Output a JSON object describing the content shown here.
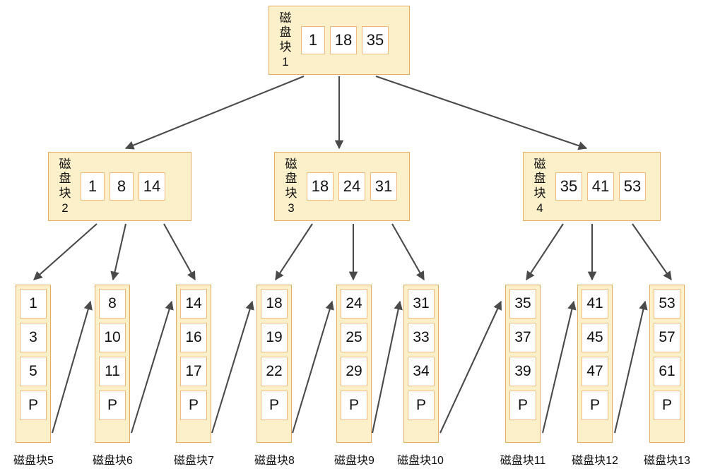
{
  "diagram": {
    "type": "b-plus-tree",
    "colors": {
      "node_fill": "#fcf0ca",
      "node_border": "#e3ad64",
      "cell_fill": "#ffffff",
      "cell_border": "#f0ba7c",
      "arrow": "#4a4a4a",
      "text": "#111111",
      "background": "#ffffff"
    }
  },
  "root": {
    "label_chars": [
      "磁",
      "盘",
      "块",
      "1"
    ],
    "keys": [
      "1",
      "18",
      "35"
    ]
  },
  "internal_nodes": [
    {
      "label_chars": [
        "磁",
        "盘",
        "块",
        "2"
      ],
      "keys": [
        "1",
        "8",
        "14"
      ]
    },
    {
      "label_chars": [
        "磁",
        "盘",
        "块",
        "3"
      ],
      "keys": [
        "18",
        "24",
        "31"
      ]
    },
    {
      "label_chars": [
        "磁",
        "盘",
        "块",
        "4"
      ],
      "keys": [
        "35",
        "41",
        "53"
      ]
    }
  ],
  "leaf_nodes": [
    {
      "caption": "磁盘块5",
      "cells": [
        "1",
        "3",
        "5",
        "P"
      ]
    },
    {
      "caption": "磁盘块6",
      "cells": [
        "8",
        "10",
        "11",
        "P"
      ]
    },
    {
      "caption": "磁盘块7",
      "cells": [
        "14",
        "16",
        "17",
        "P"
      ]
    },
    {
      "caption": "磁盘块8",
      "cells": [
        "18",
        "19",
        "22",
        "P"
      ]
    },
    {
      "caption": "磁盘块9",
      "cells": [
        "24",
        "25",
        "29",
        "P"
      ]
    },
    {
      "caption": "磁盘块10",
      "cells": [
        "31",
        "33",
        "34",
        "P"
      ]
    },
    {
      "caption": "磁盘块11",
      "cells": [
        "35",
        "37",
        "39",
        "P"
      ]
    },
    {
      "caption": "磁盘块12",
      "cells": [
        "41",
        "45",
        "47",
        "P"
      ]
    },
    {
      "caption": "磁盘块13",
      "cells": [
        "53",
        "57",
        "61",
        "P"
      ]
    }
  ]
}
